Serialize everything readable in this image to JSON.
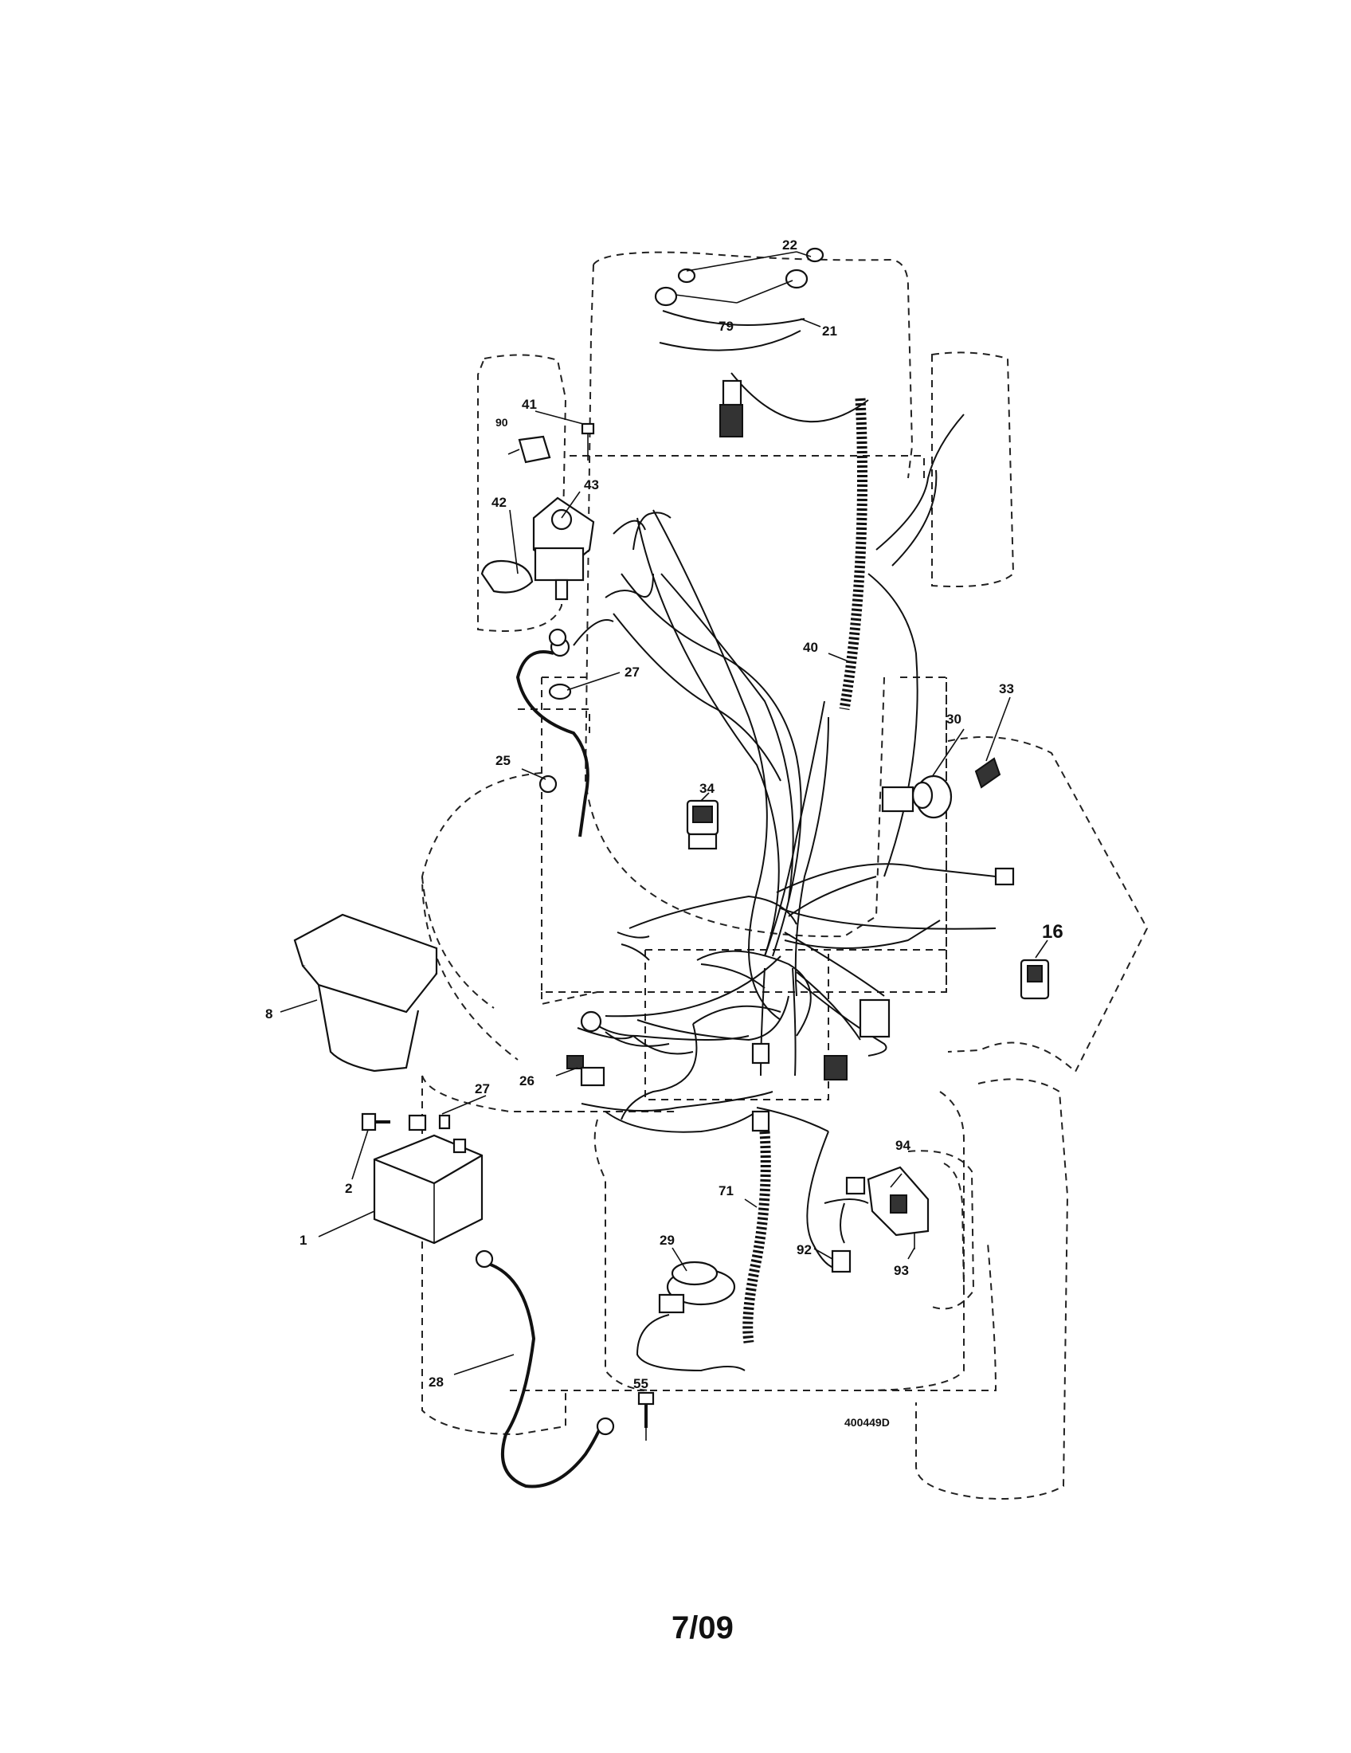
{
  "date_code": "7/09",
  "drawing_number": "400449D",
  "callouts": {
    "c1": "1",
    "c2": "2",
    "c8": "8",
    "c16": "16",
    "c21": "21",
    "c22": "22",
    "c25": "25",
    "c26": "26",
    "c27a": "27",
    "c27b": "27",
    "c28": "28",
    "c29": "29",
    "c30": "30",
    "c33": "33",
    "c34": "34",
    "c40": "40",
    "c41": "41",
    "c42": "42",
    "c43": "43",
    "c55": "55",
    "c71": "71",
    "c79": "79",
    "c90": "90",
    "c92": "92",
    "c93": "93",
    "c94": "94"
  }
}
